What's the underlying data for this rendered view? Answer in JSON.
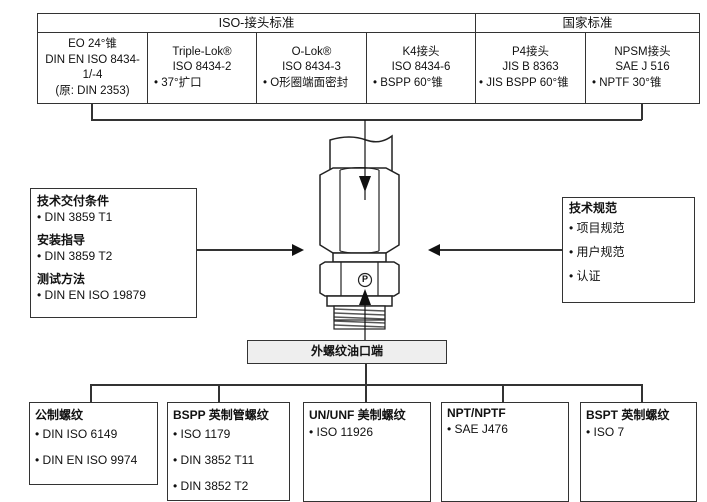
{
  "top_table": {
    "iso_header": "ISO-接头标准",
    "national_header": "国家标准",
    "columns": [
      {
        "lines": [
          "EO 24°锥",
          "DIN EN ISO 8434-",
          "1/-4",
          "(原: DIN 2353)"
        ],
        "bullet": ""
      },
      {
        "lines": [
          "Triple-Lok®",
          "ISO 8434-2"
        ],
        "bullet": "•  37°扩口"
      },
      {
        "lines": [
          "O-Lok®",
          "ISO 8434-3"
        ],
        "bullet": "•  O形圈端面密封"
      },
      {
        "lines": [
          "K4接头",
          "ISO 8434-6"
        ],
        "bullet": "•  BSPP 60°锥"
      },
      {
        "lines": [
          "P4接头",
          "JIS B 8363"
        ],
        "bullet": "•  JIS BSPP 60°锥"
      },
      {
        "lines": [
          "NPSM接头",
          "SAE J 516"
        ],
        "bullet": "•  NPTF 30°锥"
      }
    ]
  },
  "left_panel": {
    "sections": [
      {
        "title": "技术交付条件",
        "item": "•  DIN 3859 T1"
      },
      {
        "title": "安装指导",
        "item": "•  DIN 3859 T2"
      },
      {
        "title": "测试方法",
        "item": "•  DIN EN ISO 19879"
      }
    ]
  },
  "right_panel": {
    "title": "技术规范",
    "items": [
      "•  项目规范",
      "•  用户规范",
      "•  认证"
    ]
  },
  "fitting": {
    "marker": "P",
    "icon": "hydraulic-fitting-drawing"
  },
  "middle_label": "外螺纹油口端",
  "bottom_boxes": [
    {
      "title": "公制螺纹",
      "items": [
        "•  DIN ISO 6149",
        "•  DIN EN ISO 9974"
      ]
    },
    {
      "title": "BSPP 英制管螺纹",
      "items": [
        "•  ISO 1179",
        "•  DIN 3852 T11",
        "•  DIN 3852 T2"
      ]
    },
    {
      "title": "UN/UNF 美制螺纹",
      "items": [
        "•  ISO 11926"
      ]
    },
    {
      "title": "NPT/NPTF",
      "items": [
        "•  SAE J476"
      ]
    },
    {
      "title": "BSPT 英制螺纹",
      "items": [
        "•  ISO 7"
      ]
    }
  ]
}
